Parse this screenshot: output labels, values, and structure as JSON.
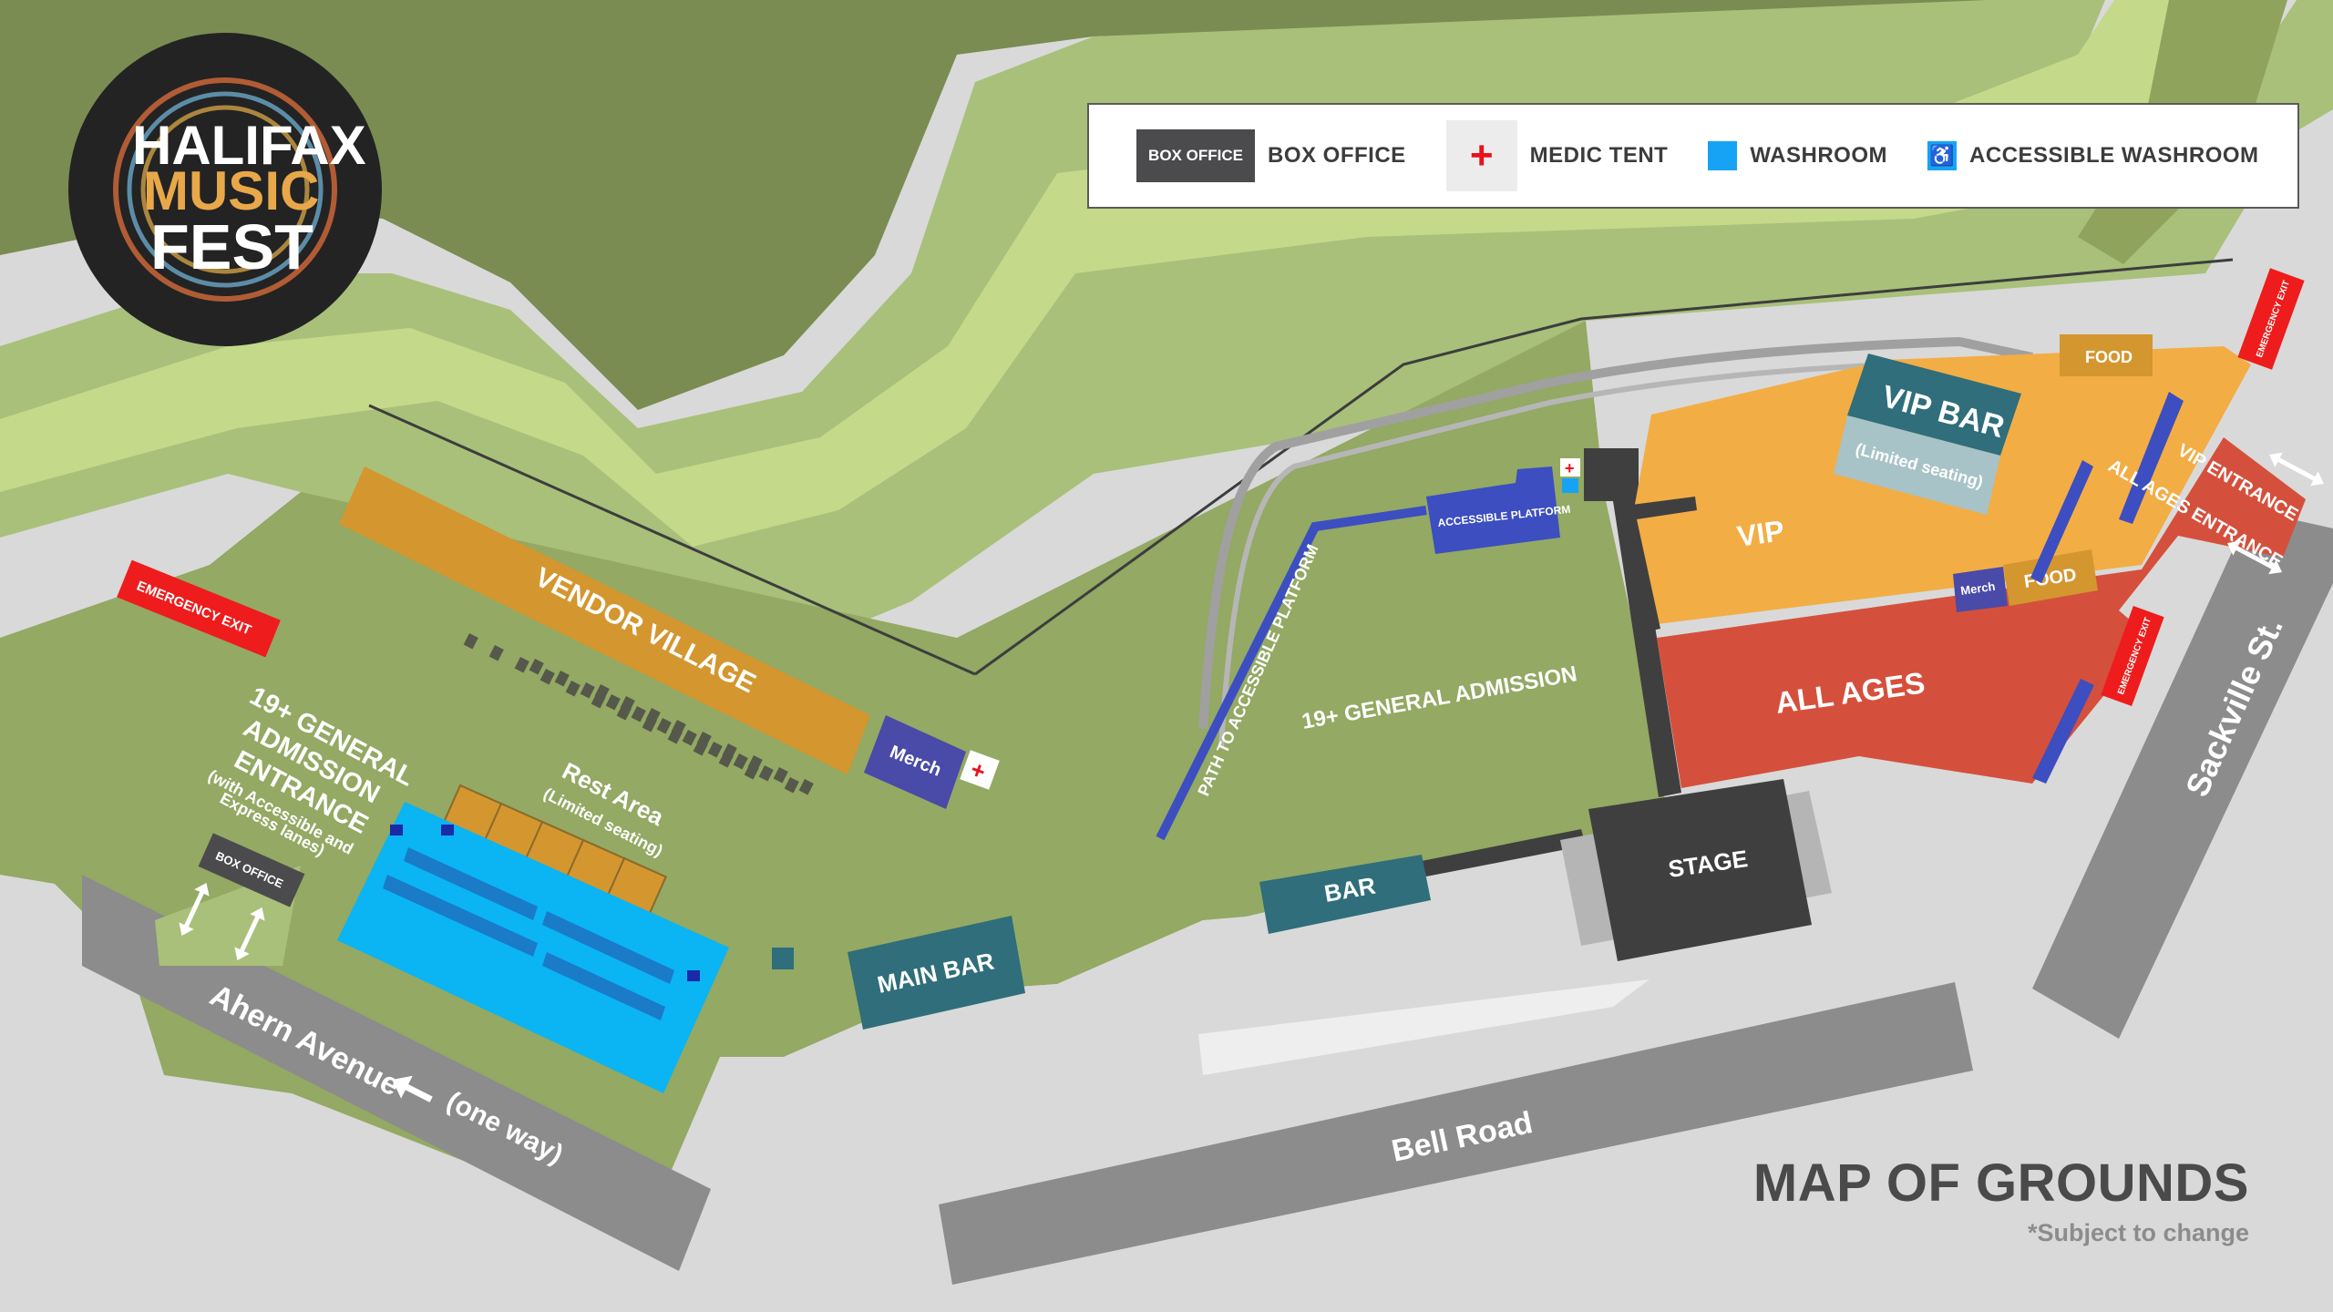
{
  "legend": {
    "box_office": "BOX OFFICE",
    "box_office_swatch": "BOX OFFICE",
    "medic_tent": "MEDIC TENT",
    "medic_symbol": "+",
    "washroom": "WASHROOM",
    "accessible_washroom": "ACCESSIBLE WASHROOM",
    "accessible_symbol": "♿"
  },
  "logo": {
    "line1": "HALIFAX",
    "line2": "MUSIC",
    "line3": "FEST"
  },
  "title": {
    "main": "MAP OF GROUNDS",
    "note": "*Subject to change"
  },
  "streets": {
    "ahern": "Ahern Avenue",
    "one_way": "(one way)",
    "bell": "Bell Road",
    "sackville": "Sackville St."
  },
  "areas": {
    "vendor_village": "VENDOR VILLAGE",
    "merch_left": "Merch",
    "rest_area": "Rest Area",
    "rest_area_note": "(Limited seating)",
    "entrance_line1": "19+ GENERAL",
    "entrance_line2": "ADMISSION",
    "entrance_line3": "ENTRANCE",
    "entrance_note1": "(with Accessible and",
    "entrance_note2": "Express lanes)",
    "box_office": "BOX OFFICE",
    "emergency_exit": "EMERGENCY EXIT",
    "main_bar": "MAIN BAR",
    "general_admission": "19+ GENERAL ADMISSION",
    "path_platform": "PATH TO ACCESSIBLE PLATFORM",
    "accessible_platform": "ACCESSIBLE PLATFORM",
    "bar": "BAR",
    "stage": "STAGE",
    "vip": "VIP",
    "vip_bar": "VIP BAR",
    "vip_bar_note": "(Limited seating)",
    "food": "FOOD",
    "merch_right": "Merch",
    "all_ages": "ALL AGES",
    "vip_entrance": "VIP ENTRANCE",
    "all_ages_entrance": "ALL AGES ENTRANCE"
  },
  "colors": {
    "street": "#8c8c8c",
    "grass_light": "#c5d98a",
    "grass_mid": "#a9c07a",
    "grass_dark": "#7a8c52",
    "grounds": "#93a964",
    "vendor": "#d4962f",
    "merch": "#4a4aa8",
    "washroom": "#0bb4f2",
    "bar": "#2f6e7a",
    "vip": "#f3ad45",
    "all_ages": "#d5503c",
    "stage": "#3f3f3f",
    "emergency": "#ee1c1c",
    "platform": "#3c4ec0"
  }
}
